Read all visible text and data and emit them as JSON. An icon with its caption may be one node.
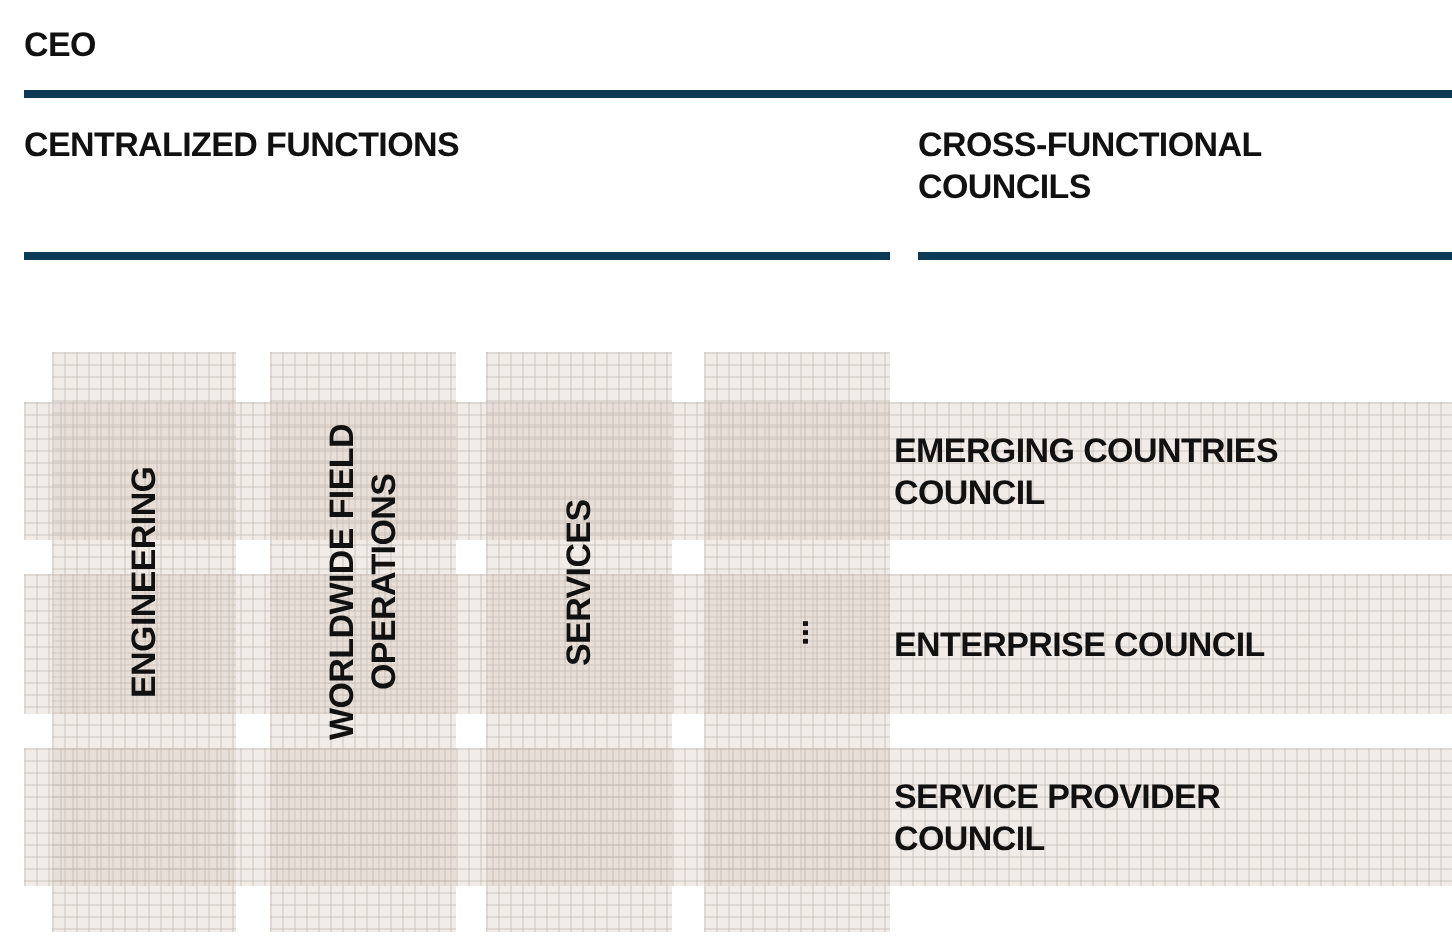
{
  "diagram": {
    "nodes": [
      {
        "text": [
          "ENGINEERING"
        ]
      },
      {
        "text": [
          "WORLDWIDE FIELD OPERATIONS"
        ]
      },
      {
        "text": [
          "SERVICES"
        ]
      },
      {
        "text": [
          "..."
        ]
      },
      {
        "text": [
          "EMERGING COUNTRIES COUNCIL"
        ]
      },
      {
        "text": [
          "ENTERPRISE COUNCIL"
        ]
      },
      {
        "text": [
          "SERVICE PROVIDER COUNCIL"
        ]
      }
    ],
    "edges": [],
    "labels": [
      "CEO",
      "CENTRALIZED FUNCTIONS",
      "CROSS-FUNCTIONAL COUNCILS"
    ]
  }
}
